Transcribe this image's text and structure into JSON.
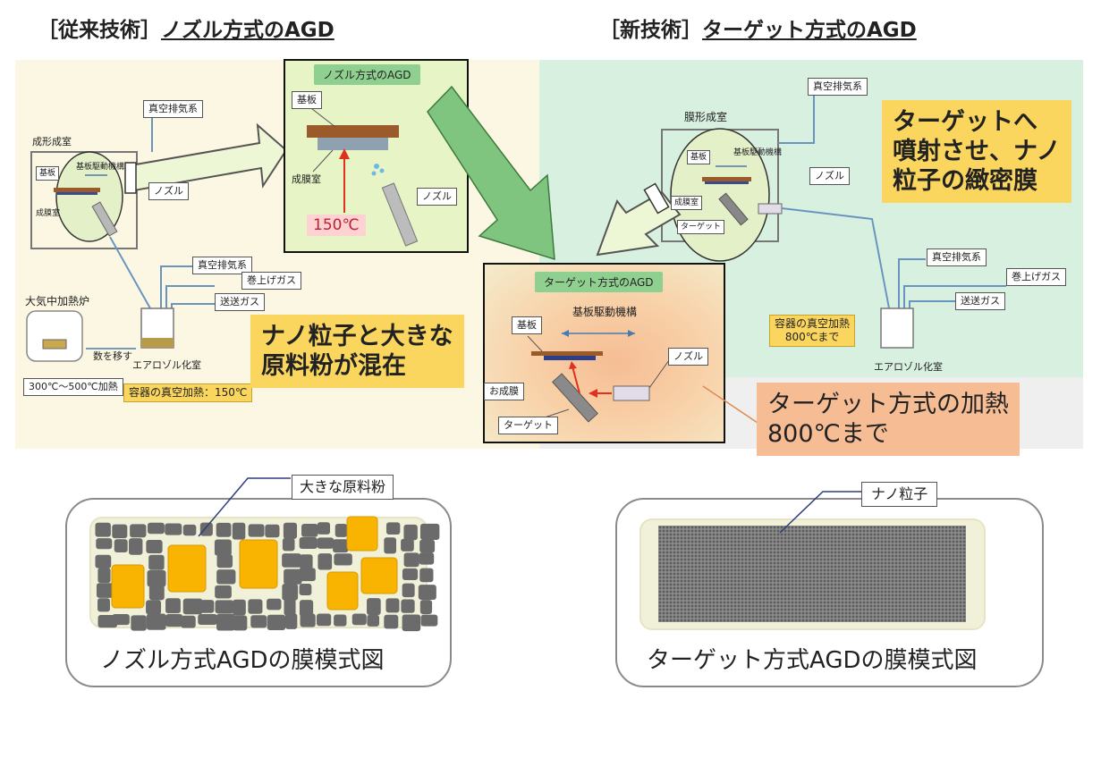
{
  "headings": {
    "left_bracket": "［従来技術］",
    "left_title": "ノズル方式のAGD",
    "right_bracket": "［新技術］",
    "right_title": "ターゲット方式のAGD"
  },
  "left_diagram": {
    "chamber": "成形成室",
    "holder": "基板",
    "drive": "基板駆動機構",
    "nozzle": "ノズル",
    "deposition_chamber": "成膜室",
    "vacuum_exhaust": "真空排気系",
    "rollup_gas": "巻上げガス",
    "carrier_gas": "送送ガス",
    "furnace": "大気中加熱炉",
    "transfer": "数を移す",
    "aerosol_chamber": "エアロゾル化室",
    "furnace_temp": "300℃～500℃加熱",
    "vacuum_heating": "容器の真空加熱：150℃"
  },
  "nozzle_inset": {
    "title": "ノズル方式のAGD",
    "substrate": "基板",
    "deposition": "成膜室",
    "nozzle": "ノズル",
    "temp": "150℃"
  },
  "target_inset": {
    "title": "ターゲット方式のAGD",
    "drive": "基板駆動機構",
    "substrate": "基板",
    "nozzle": "ノズル",
    "deposition": "お成膜",
    "target": "ターゲット"
  },
  "right_diagram": {
    "chamber": "膜形成室",
    "vacuum_exhaust": "真空排気系",
    "drive": "基板駆動機構",
    "holder": "基板",
    "nozzle": "ノズル",
    "deposition": "成膜室",
    "target": "ターゲット",
    "vacuum_exhaust2": "真空排気系",
    "rollup_gas": "巻上げガス",
    "carrier_gas": "送送ガス",
    "vacuum_heating_1": "容器の真空加熱",
    "vacuum_heating_2": "800℃まで",
    "aerosol_chamber": "エアロゾル化室"
  },
  "callouts": {
    "mixed_1": "ナノ粒子と大きな",
    "mixed_2": "原料粉が混在",
    "target_spray_1": "ターゲットへ",
    "target_spray_2": "噴射させ、ナノ",
    "target_spray_3": "粒子の緻密膜",
    "target_heating_1": "ターゲット方式の加熱",
    "target_heating_2": "800℃まで"
  },
  "films": {
    "large_powder": "大きな原料粉",
    "nozzle_caption": "ノズル方式AGDの膜模式図",
    "nano_particle": "ナノ粒子",
    "target_caption": "ターゲット方式AGDの膜模式図"
  },
  "colors": {
    "left_bg": "#fbf7e3",
    "right_bg": "#d8f0e0",
    "yellow_callout": "#fbd65e",
    "orange_callout": "#f6bd94",
    "green_arrow": "#7fc47f",
    "large_grain": "#f8b400",
    "small_grain": "#6b6b6b"
  }
}
